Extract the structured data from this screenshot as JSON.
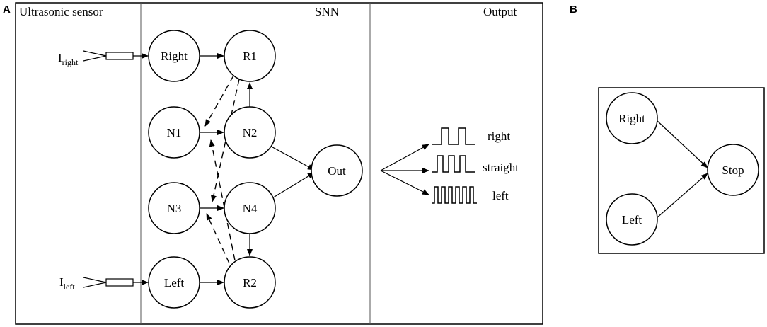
{
  "panels": {
    "a": {
      "letter": "A"
    },
    "b": {
      "letter": "B"
    }
  },
  "sections": {
    "sensor": "Ultrasonic sensor",
    "snn": "SNN",
    "output": "Output"
  },
  "inputs": {
    "right": {
      "base": "I",
      "sub": "right"
    },
    "left": {
      "base": "I",
      "sub": "left"
    }
  },
  "nodes": {
    "right": "Right",
    "r1": "R1",
    "n1": "N1",
    "n2": "N2",
    "n3": "N3",
    "n4": "N4",
    "left": "Left",
    "r2": "R2",
    "out": "Out"
  },
  "outputs": {
    "right": "right",
    "straight": "straight",
    "left": "left"
  },
  "panel_b": {
    "right": "Right",
    "left": "Left",
    "stop": "Stop"
  }
}
